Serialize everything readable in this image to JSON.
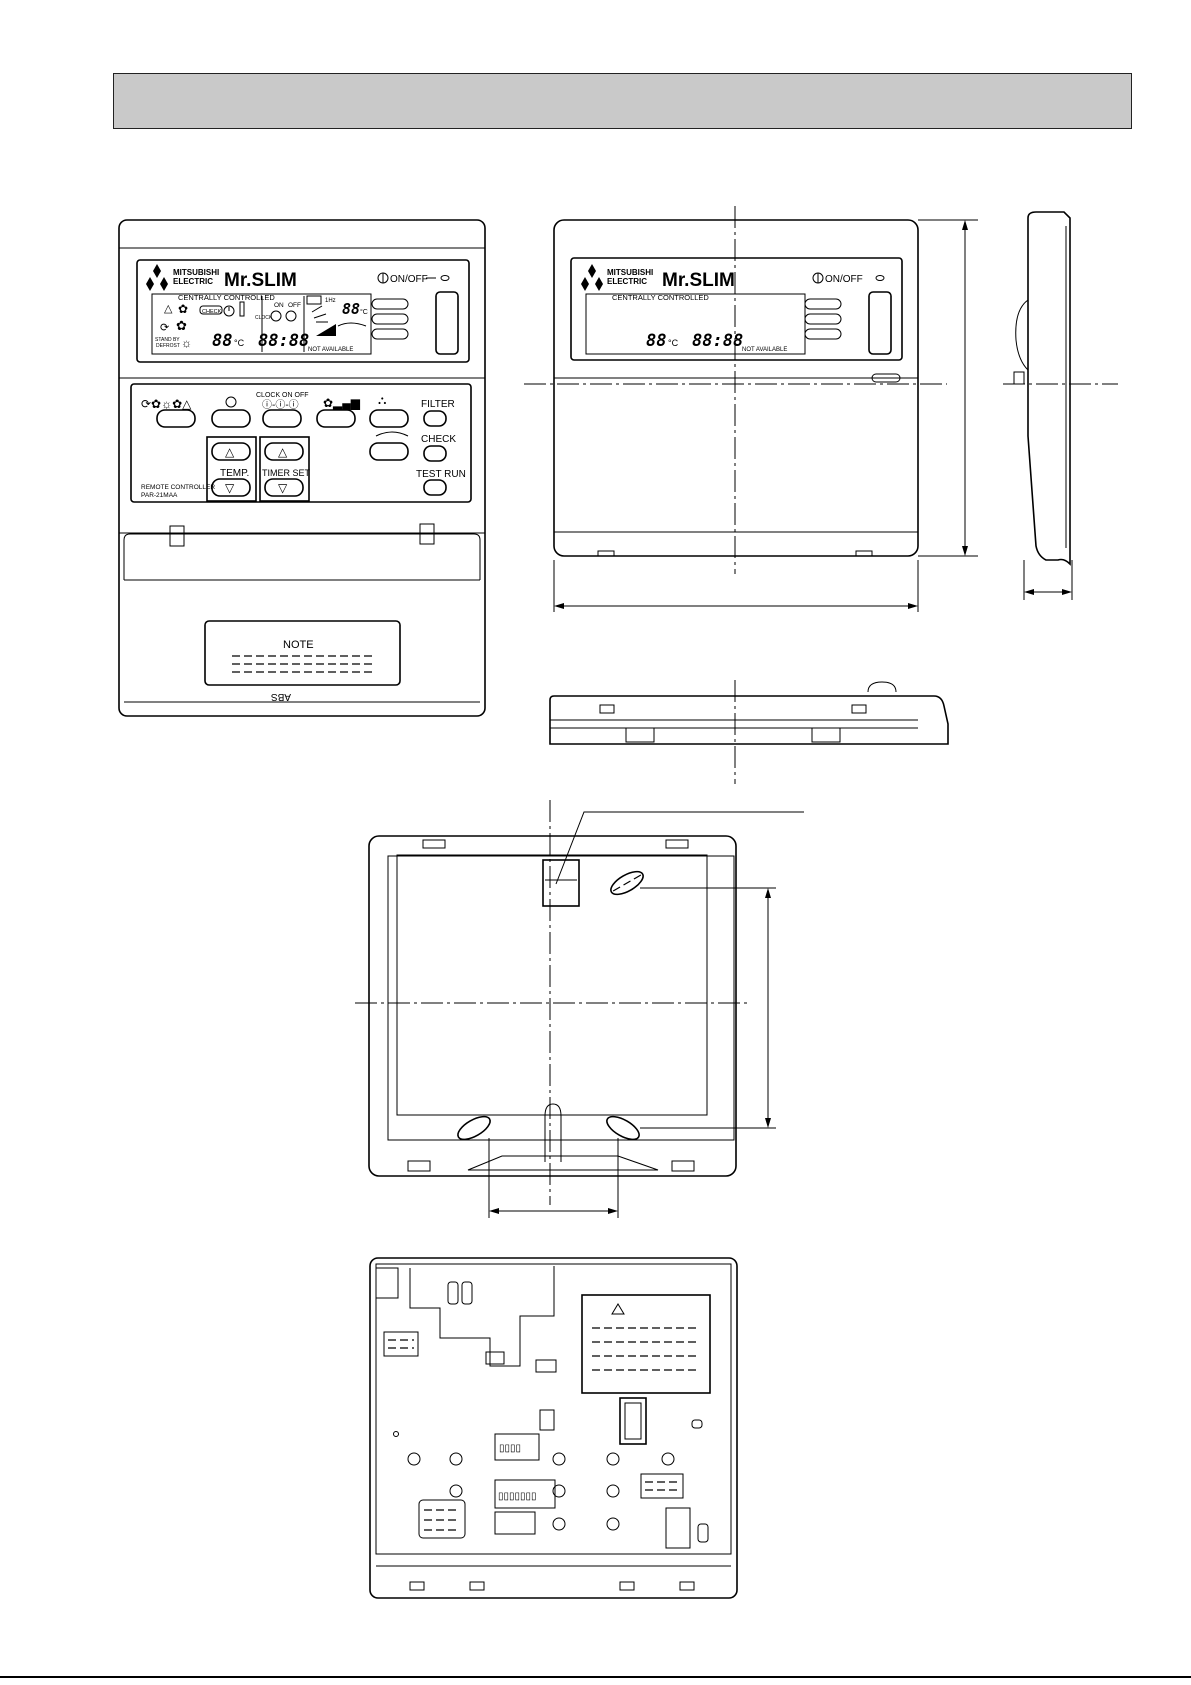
{
  "brand": {
    "maker_line1": "MITSUBISHI",
    "maker_line2": "ELECTRIC",
    "model_logo": "Mr.SLIM"
  },
  "lcd": {
    "centrally_controlled": "CENTRALLY CONTROLLED",
    "check_badge": "CHECK",
    "clock_label": "CLOCK",
    "on_label": "ON",
    "off_label": "OFF",
    "hz_label": "1Hz",
    "temp_digits": "88",
    "temp_unit": "°C",
    "time_digits": "88:88",
    "standby_defrost": "STAND BY",
    "defrost": "DEFROST",
    "not_available": "NOT AVAILABLE",
    "room_temp_digits": "88",
    "room_temp_unit": "°C"
  },
  "power": {
    "label": "ON/OFF"
  },
  "buttons": {
    "clock_on_off": "CLOCK  ON    OFF",
    "filter": "FILTER",
    "check": "CHECK",
    "test_run": "TEST RUN",
    "temp": "TEMP.",
    "timer_set": "TIMER SET"
  },
  "model": {
    "line1": "REMOTE CONTROLLER",
    "line2": "PAR-21MAA"
  },
  "cover": {
    "note_label": "NOTE",
    "material_mark": "ABS"
  },
  "colors": {
    "header_band": "#c9c9c9",
    "line": "#000000",
    "background": "#ffffff"
  },
  "icons": [
    "mitsubishi-diamonds-icon",
    "drop-icon",
    "fan-icon",
    "sun-icon",
    "timer-icon",
    "thermometer-icon",
    "vane-icon",
    "fan-speed-bars-icon",
    "warning-triangle-icon"
  ]
}
